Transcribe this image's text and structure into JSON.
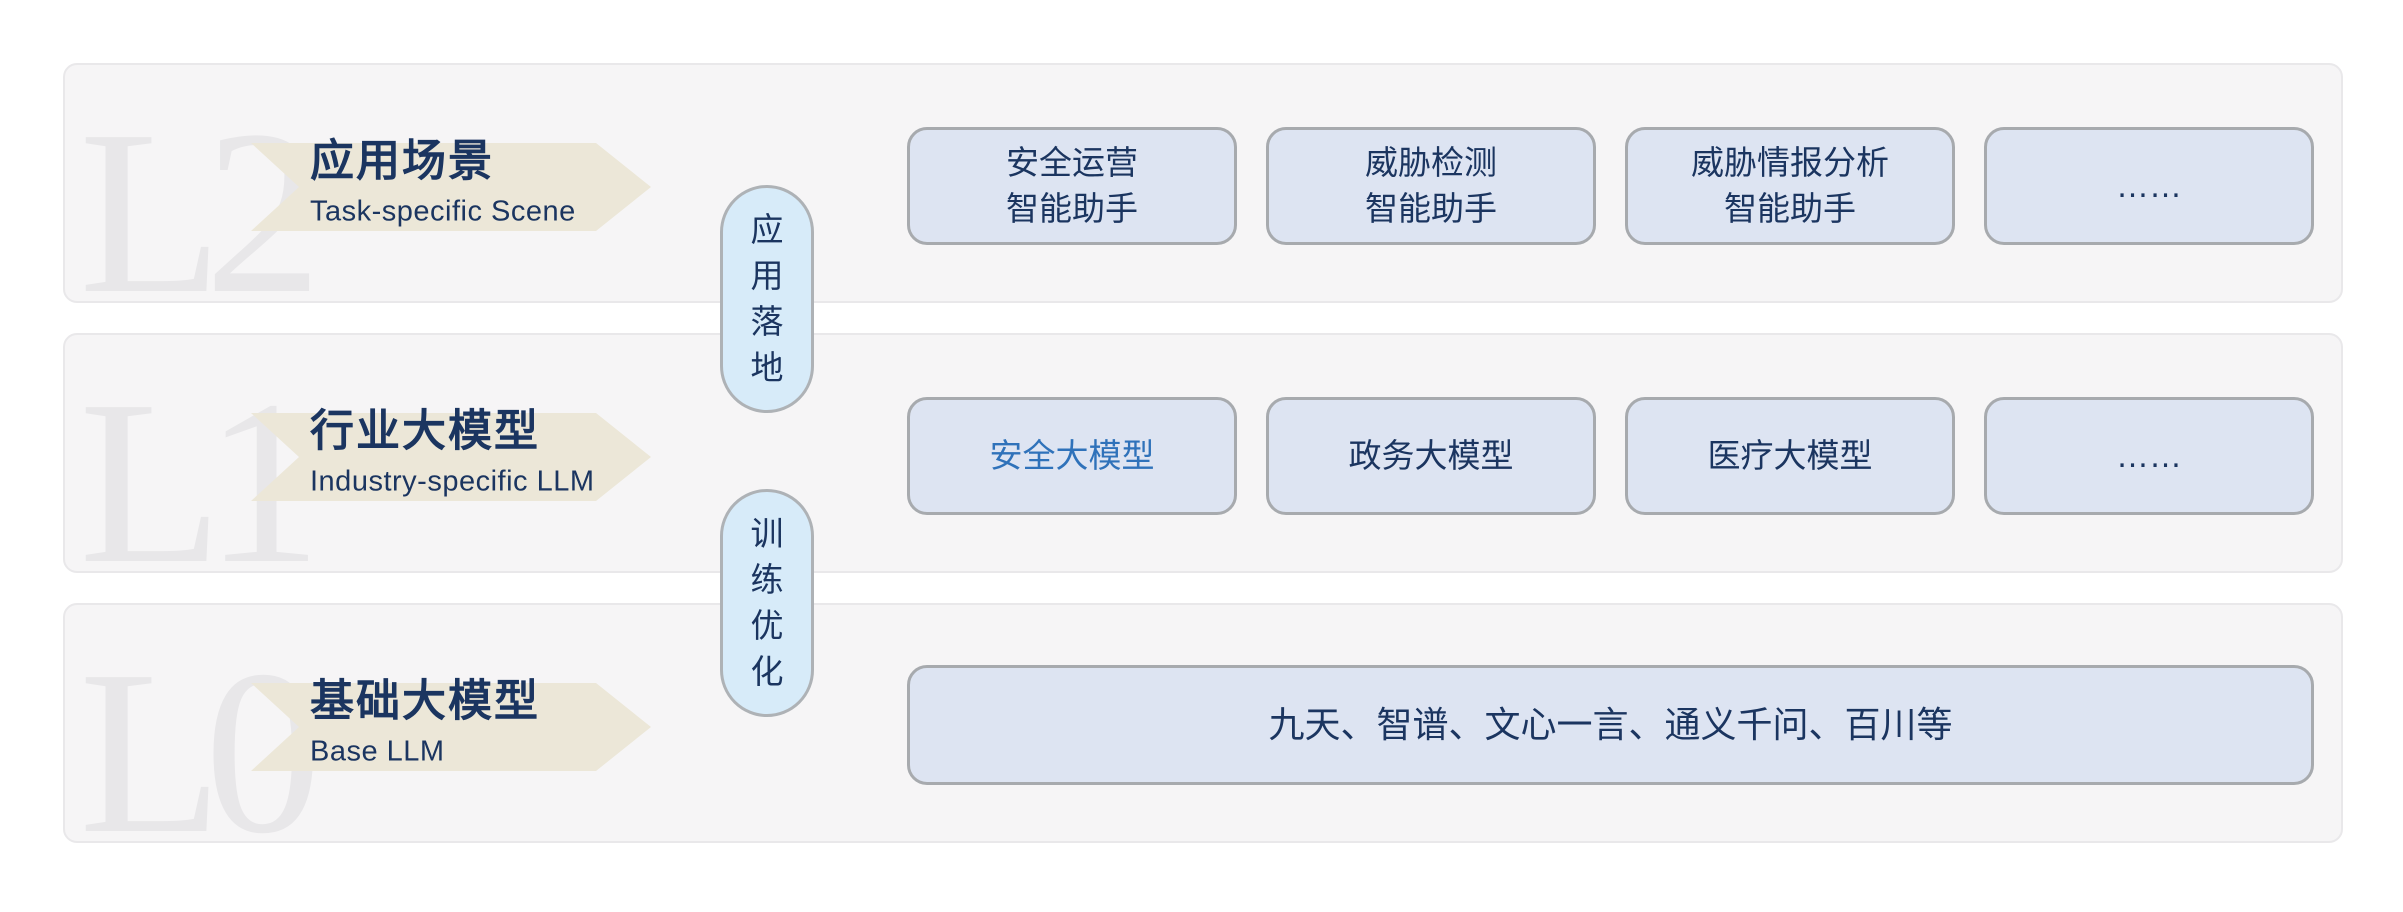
{
  "colors": {
    "page-bg": "#ffffff",
    "panel-bg": "#f6f5f6",
    "panel-border": "#e9e8ea",
    "box-bg": "#dde4f2",
    "box-border": "#a7aaae",
    "pill-bg": "#d7ebf9",
    "pill-border": "#aeb2b6",
    "navy": "#1b3560",
    "highlight-blue": "#2f72ba",
    "watermark": "#e8e7e9",
    "arrow-beige": "#ece7d8"
  },
  "connectors": [
    {
      "label": "应用落地"
    },
    {
      "label": "训练优化"
    }
  ],
  "layers": [
    {
      "watermark": "L2",
      "title": "应用场景",
      "subtitle": "Task-specific Scene",
      "boxes": [
        {
          "label": "安全运营\n智能助手"
        },
        {
          "label": "威胁检测\n智能助手"
        },
        {
          "label": "威胁情报分析\n智能助手"
        },
        {
          "label": "……"
        }
      ]
    },
    {
      "watermark": "L1",
      "title": "行业大模型",
      "subtitle": "Industry-specific LLM",
      "boxes": [
        {
          "label": "安全大模型"
        },
        {
          "label": "政务大模型"
        },
        {
          "label": "医疗大模型"
        },
        {
          "label": "……"
        }
      ]
    },
    {
      "watermark": "L0",
      "title": "基础大模型",
      "subtitle": "Base LLM",
      "boxes": [
        {
          "label": "九天、智谱、文心一言、通义千问、百川等"
        }
      ]
    }
  ]
}
